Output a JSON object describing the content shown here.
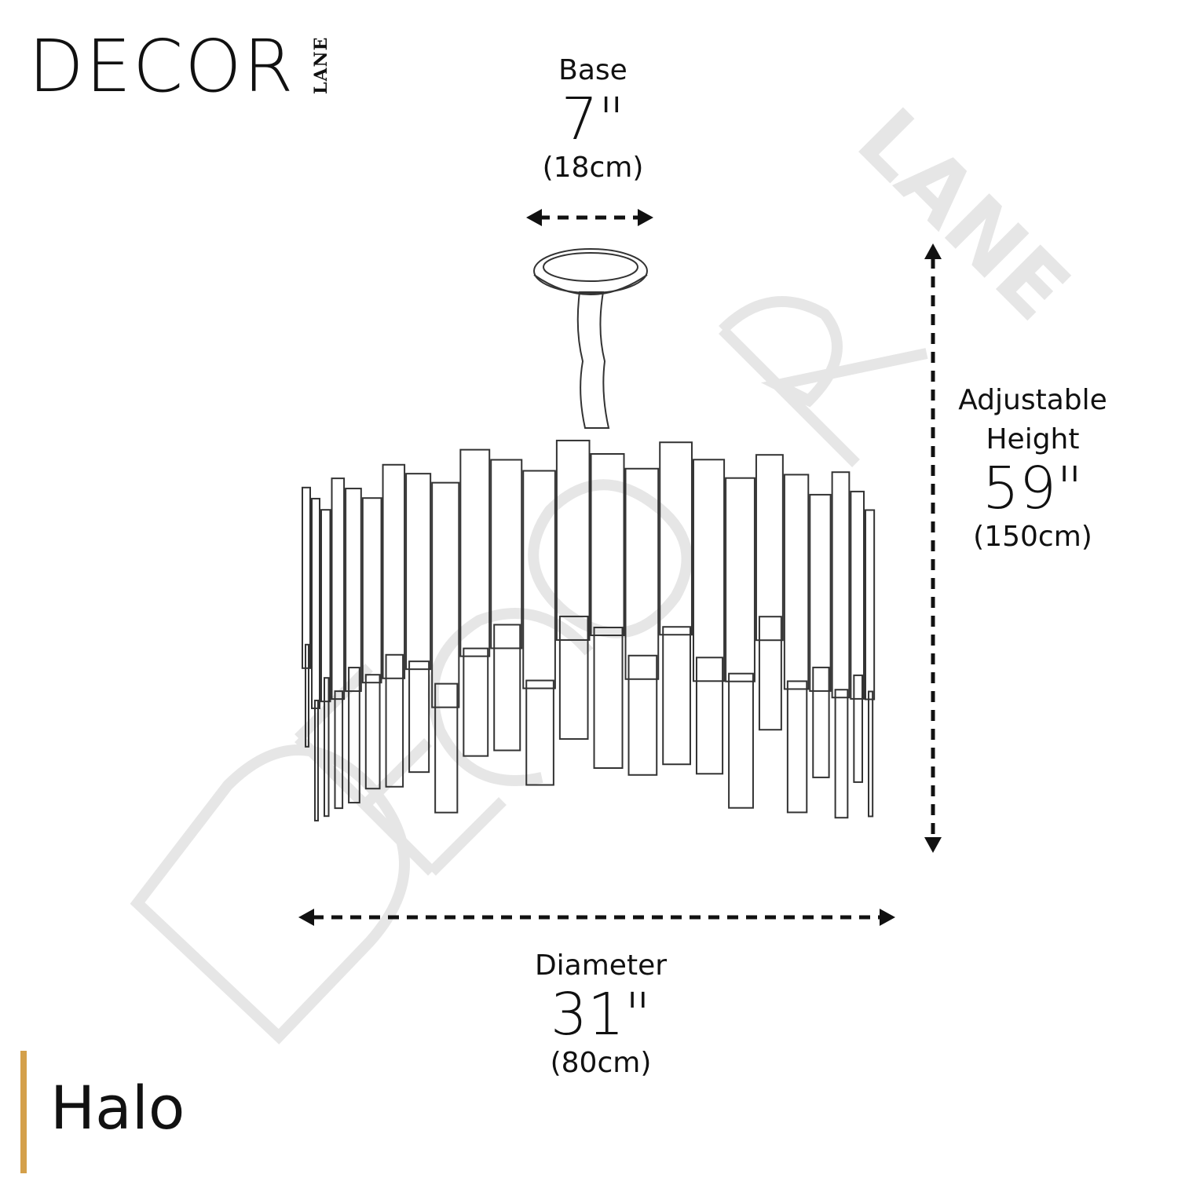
{
  "brand": {
    "name": "DECOR",
    "sub": "LANE"
  },
  "watermark": {
    "text": "DECOR LANE",
    "color": "#e6e6e6"
  },
  "dimensions": {
    "base": {
      "label": "Base",
      "value": "7\"",
      "metric": "(18cm)"
    },
    "height": {
      "label_line1": "Adjustable",
      "label_line2": "Height",
      "value": "59\"",
      "metric": "(150cm)"
    },
    "diameter": {
      "label": "Diameter",
      "value": "31\"",
      "metric": "(80cm)"
    }
  },
  "product": {
    "name": "Halo",
    "accent_color": "#d4a04a"
  },
  "icons": [
    "arrow-left-icon",
    "arrow-right-icon",
    "arrow-up-icon",
    "arrow-down-icon"
  ]
}
